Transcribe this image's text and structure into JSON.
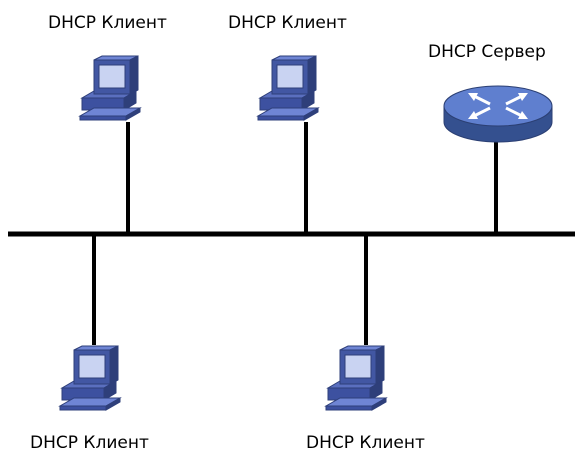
{
  "diagram": {
    "colors": {
      "line": "#000000",
      "pc_dark": "#2e3f7a",
      "pc_mid": "#4257a3",
      "pc_light": "#6f85d4",
      "pc_screen": "#c9d3f2",
      "server_top": "#5f7fcf",
      "server_side": "#34508f"
    },
    "nodes": [
      {
        "id": "client-top-1",
        "type": "pc",
        "icon": "computer-icon",
        "label": "DHCP Клиент"
      },
      {
        "id": "client-top-2",
        "type": "pc",
        "icon": "computer-icon",
        "label": "DHCP Клиент"
      },
      {
        "id": "server",
        "type": "router",
        "icon": "router-icon",
        "label": "DHCP Сервер"
      },
      {
        "id": "client-bottom-1",
        "type": "pc",
        "icon": "computer-icon",
        "label": "DHCP Клиент"
      },
      {
        "id": "client-bottom-2",
        "type": "pc",
        "icon": "computer-icon",
        "label": "DHCP Клиент"
      }
    ]
  }
}
